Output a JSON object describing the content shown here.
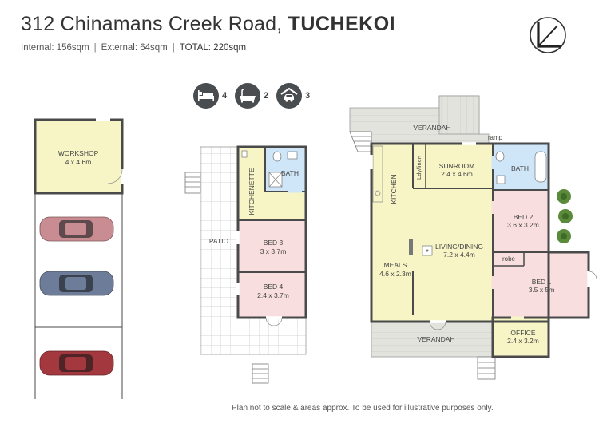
{
  "header": {
    "address": "312 Chinamans Creek Road,",
    "suburb": "TUCHEKOI",
    "internal": "Internal: 156sqm",
    "external": "External: 64sqm",
    "total": "TOTAL: 220sqm"
  },
  "stats": {
    "bedrooms": "4",
    "bathrooms": "2",
    "garage": "3"
  },
  "plan": {
    "workshop": {
      "name": "WORKSHOP",
      "size": "4 x 4.6m"
    },
    "patio": "PATIO",
    "kitchenette": "KITCHENETTE",
    "bath_left": "BATH",
    "bed3": {
      "name": "BED 3",
      "size": "3 x 3.7m"
    },
    "bed4": {
      "name": "BED 4",
      "size": "2.4 x 3.7m"
    },
    "verandah_top": "VERANDAH",
    "ramp": "ramp",
    "kitchen": "KITCHEN",
    "ldy_linen": "Ldy/linen",
    "sunroom": {
      "name": "SUNROOM",
      "size": "2.4 x 4.6m"
    },
    "bath_right": "BATH",
    "bed2": {
      "name": "BED 2",
      "size": "3.6 x 3.2m"
    },
    "living": {
      "name": "LIVING/DINING",
      "size": "7.2 x 4.4m"
    },
    "meals": {
      "name": "MEALS",
      "size": "4.6 x 2.3m"
    },
    "robe": "robe",
    "bed1": {
      "name": "BED 1",
      "size": "3.5 x 5m"
    },
    "verandah_bottom": "VERANDAH",
    "office": {
      "name": "OFFICE",
      "size": "2.4 x 3.2m"
    }
  },
  "colors": {
    "living": "#f7f5c6",
    "bedroom": "#f8dede",
    "wet": "#cfe6f9",
    "deck": "#e2e2dd",
    "wall": "#4a4a4a",
    "badge": "#4a4d50",
    "car_pink": "#c98c92",
    "car_blue": "#6d7d99",
    "car_red": "#a3393f"
  },
  "footer": {
    "disclaimer": "Plan not to scale & areas approx. To be used for illustrative purposes only."
  }
}
